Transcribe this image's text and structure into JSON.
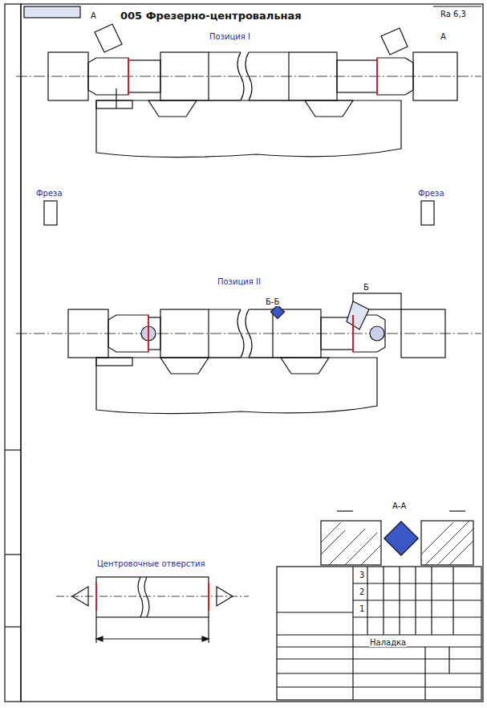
{
  "diagram": {
    "title": "005 Фрезерно-центровальная",
    "labels": [
      "Позиция I",
      "А",
      "А",
      "Ra 6,3",
      "Фреза",
      "Фреза",
      "Позиция II",
      "Б-Б",
      "Б",
      "А-А",
      "Центровочные отверстия",
      "3",
      "2",
      "1",
      "Наладка"
    ]
  }
}
